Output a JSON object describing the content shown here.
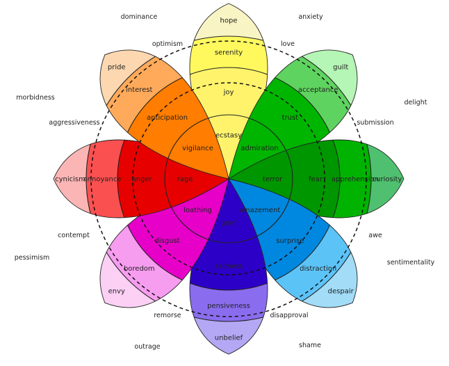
{
  "wheel": {
    "petals": [
      {
        "name": "yellow",
        "colors": [
          "#fef36b",
          "#fff95e",
          "#f8f4c4"
        ],
        "labels": [
          "ecstasy",
          "joy",
          "serenity",
          "hope"
        ]
      },
      {
        "name": "green",
        "colors": [
          "#00b500",
          "#5fd35f",
          "#b5f5b5"
        ],
        "labels": [
          "admiration",
          "trust",
          "acceptance",
          "guilt"
        ]
      },
      {
        "name": "darkgreen",
        "colors": [
          "#009600",
          "#00b300",
          "#4fc06f"
        ],
        "labels": [
          "terror",
          "fear",
          "apprehension",
          "curiosity"
        ]
      },
      {
        "name": "blue",
        "colors": [
          "#0088e0",
          "#5cc3f7",
          "#a2dcf7"
        ],
        "labels": [
          "amazement",
          "surprise",
          "distraction",
          "despair"
        ]
      },
      {
        "name": "indigo",
        "colors": [
          "#2d00c8",
          "#8a6dee",
          "#b4a8f5"
        ],
        "labels": [
          "grief",
          "sadness",
          "pensiveness",
          "unbelief"
        ]
      },
      {
        "name": "magenta",
        "colors": [
          "#e600c8",
          "#f79df0",
          "#fcd0f5"
        ],
        "labels": [
          "loathing",
          "disgust",
          "boredom",
          "envy"
        ]
      },
      {
        "name": "red",
        "colors": [
          "#e60000",
          "#fb5050",
          "#fcb5b5"
        ],
        "labels": [
          "rage",
          "anger",
          "annoyance",
          "cynicism"
        ]
      },
      {
        "name": "orange",
        "colors": [
          "#ff7d00",
          "#ffaa5a",
          "#fdd7b0"
        ],
        "labels": [
          "vigilance",
          "anticipation",
          "interest",
          "pride"
        ]
      }
    ],
    "inner_labels": [
      "ecstasy",
      "admiration",
      "terror",
      "amazement",
      "grief",
      "loathing",
      "rage",
      "vigilance"
    ],
    "dyads": {
      "love": "love",
      "submission": "submission",
      "awe": "awe",
      "disapproval": "disapproval",
      "remorse": "remorse",
      "contempt": "contempt",
      "aggressiveness": "aggressiveness",
      "optimism": "optimism"
    },
    "outer": {
      "dominance": "dominance",
      "anxiety": "anxiety",
      "morbidness": "morbidness",
      "delight": "delight",
      "pessimism": "pessimism",
      "sentimentality": "sentimentality",
      "outrage": "outrage",
      "shame": "shame"
    }
  }
}
